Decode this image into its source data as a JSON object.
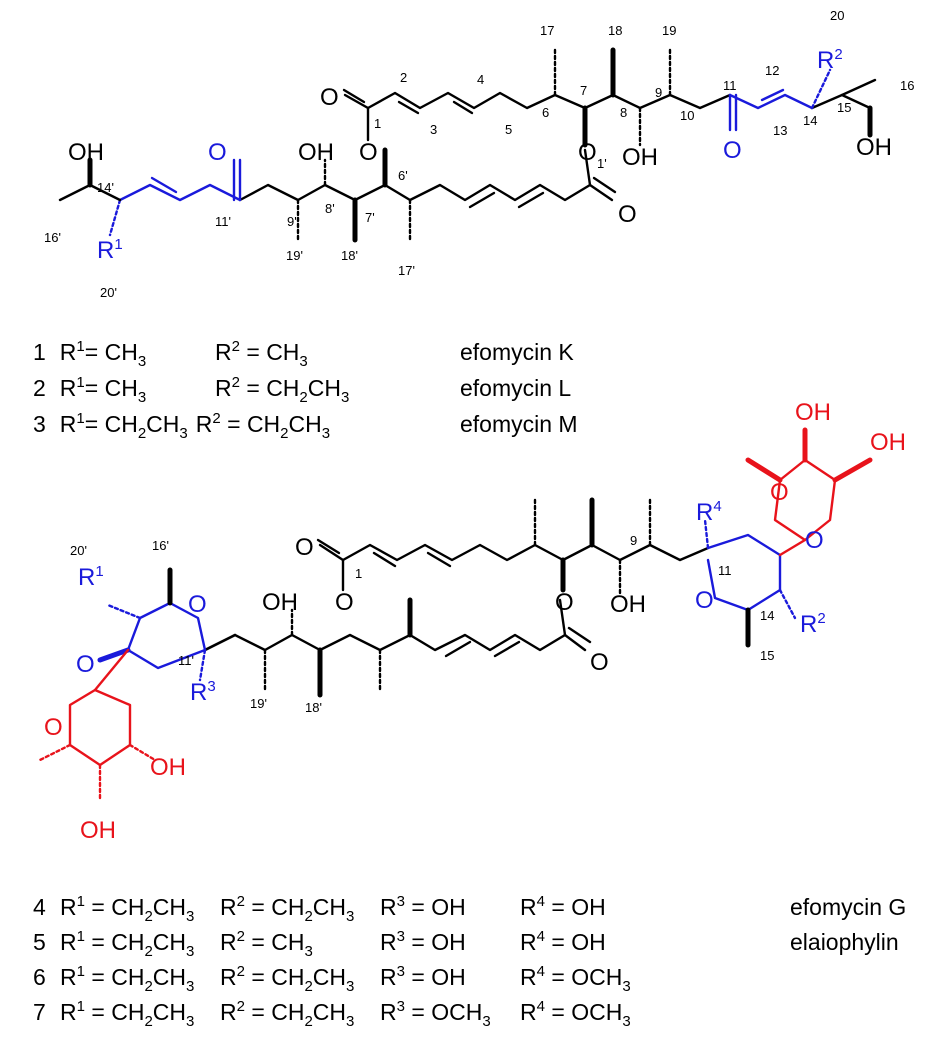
{
  "labels_top": {
    "n1": "1",
    "n2": "2",
    "n3": "3",
    "n4": "4",
    "n5": "5",
    "n6": "6",
    "n7": "7",
    "n8": "8",
    "n9": "9",
    "n10": "10",
    "n11": "11",
    "n12": "12",
    "n13": "13",
    "n14": "14",
    "n15": "15",
    "n16": "16",
    "n17": "17",
    "n18": "18",
    "n19": "19",
    "n20": "20",
    "p1": "1'",
    "p6": "6'",
    "p7": "7'",
    "p8": "8'",
    "p9": "9'",
    "p11": "11'",
    "p14": "14'",
    "p16": "16'",
    "p17": "17'",
    "p18": "18'",
    "p19": "19'",
    "p20": "20'"
  },
  "atoms": {
    "O": "O",
    "OH": "OH",
    "R": "R",
    "sup1": "1",
    "sup2": "2",
    "sup3": "3",
    "sup4": "4"
  },
  "labels_bottom": {
    "n1": "1",
    "n9": "9",
    "n11": "11",
    "n14": "14",
    "n15": "15",
    "p11": "11'",
    "p16": "16'",
    "p18": "18'",
    "p19": "19'",
    "p20": "20'"
  },
  "table_top": [
    {
      "num": "1",
      "r1": "CH",
      "r1sub": "3",
      "r1tail": "",
      "r2": "CH",
      "r2sub": "3",
      "r2tail": "",
      "name": "efomycin K"
    },
    {
      "num": "2",
      "r1": "CH",
      "r1sub": "3",
      "r1tail": "",
      "r2": "CH",
      "r2sub": "2",
      "r2tail": "CH",
      "r2sub2": "3",
      "name": "efomycin L"
    },
    {
      "num": "3",
      "r1": "CH",
      "r1sub": "2",
      "r1tail": "CH",
      "r1sub2": "3",
      "r2": "CH",
      "r2sub": "2",
      "r2tail": "CH",
      "r2sub2": "3",
      "name": "efomycin M"
    }
  ],
  "table_bottom": [
    {
      "num": "4",
      "r1": "CH2CH3",
      "r2": "CH2CH3",
      "r3": "OH",
      "r4": "OH",
      "name": "efomycin G"
    },
    {
      "num": "5",
      "r1": "CH2CH3",
      "r2": "CH3",
      "r3": "OH",
      "r4": "OH",
      "name": "elaiophylin"
    },
    {
      "num": "6",
      "r1": "CH2CH3",
      "r2": "CH2CH3",
      "r3": "OH",
      "r4": "OCH3",
      "name": ""
    },
    {
      "num": "7",
      "r1": "CH2CH3",
      "r2": "CH2CH3",
      "r3": "OCH3",
      "r4": "OCH3",
      "name": ""
    }
  ],
  "text": {
    "R1eq": "R",
    "eq": " = ",
    "CH": "CH",
    "OCH": "OCH",
    "OH": "OH"
  },
  "colors": {
    "black": "#000000",
    "blue": "#1a1adb",
    "red": "#e8131b"
  }
}
